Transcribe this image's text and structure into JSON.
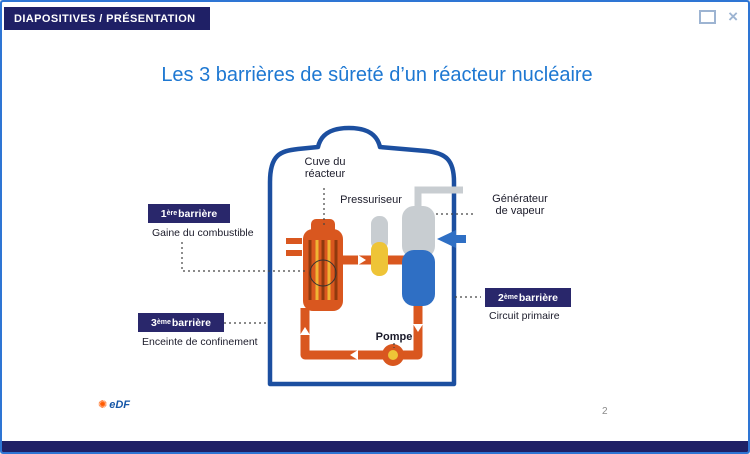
{
  "window": {
    "title": "DIAPOSITIVES / PRÉSENTATION",
    "controls": {
      "close_glyph": "×"
    }
  },
  "slide": {
    "title": "Les 3 barrières de sûreté d’un réacteur nucléaire",
    "page_number": "2",
    "logo": {
      "spark": "✺",
      "text": "eDF"
    },
    "diagram": {
      "labels": {
        "cuve_line1": "Cuve du",
        "cuve_line2": "réacteur",
        "pressuriseur": "Pressuriseur",
        "generateur_line1": "Générateur",
        "generateur_line2": "de vapeur",
        "pompe": "Pompe"
      },
      "barriers": [
        {
          "num": "1",
          "sup": "ère",
          "rest": " barrière",
          "caption": "Gaine du combustible"
        },
        {
          "num": "2",
          "sup": "ème",
          "rest": " barrière",
          "caption": "Circuit primaire"
        },
        {
          "num": "3",
          "sup": "ème",
          "rest": " barrière",
          "caption": "Enceinte de confinement"
        }
      ],
      "colors": {
        "navy": "#1f2066",
        "badge_navy": "#29276b",
        "title_blue": "#1e78d2",
        "containment_blue": "#1c4fa0",
        "circuit_orange": "#d9571f",
        "steam_gray": "#c8cdd1",
        "sg_blue": "#2f6fc4",
        "pressurizer_yellow": "#eec437"
      }
    }
  }
}
